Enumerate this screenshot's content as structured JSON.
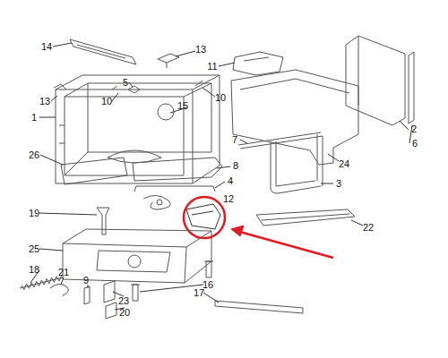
{
  "diagram": {
    "labels": [
      "14",
      "13",
      "11",
      "13",
      "5",
      "10",
      "10",
      "15",
      "1",
      "2",
      "6",
      "7",
      "24",
      "26",
      "8",
      "4",
      "12",
      "3",
      "19",
      "22",
      "25",
      "18",
      "21",
      "9",
      "16",
      "23",
      "20",
      "17"
    ]
  }
}
